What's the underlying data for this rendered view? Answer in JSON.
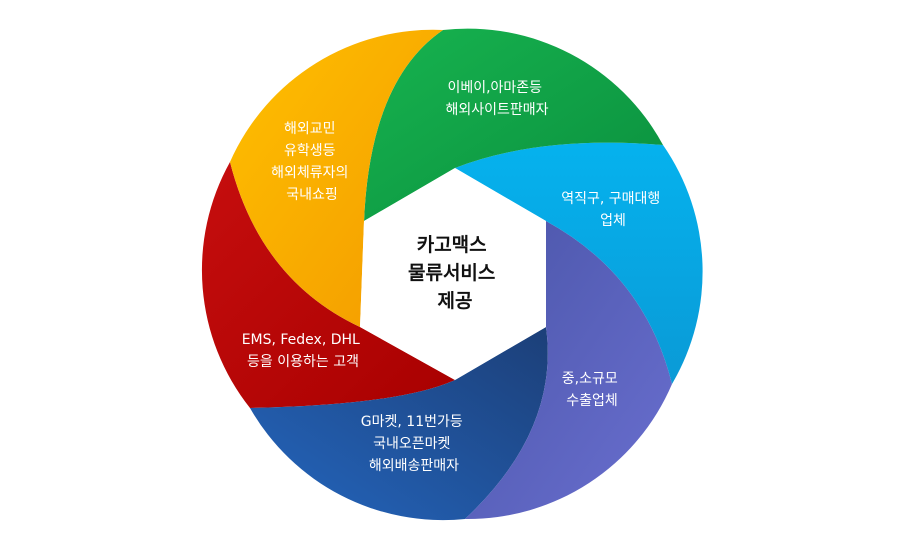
{
  "center": {
    "lines": [
      "카고맥스",
      "물류서비스",
      "제공"
    ]
  },
  "segments": [
    {
      "id": "ebay",
      "color": "#10a64a",
      "lines": [
        "이베이,아마존등",
        "해외사이트판매자"
      ]
    },
    {
      "id": "direct",
      "color": "#02a8e6",
      "lines": [
        "역직구, 구매대행",
        "업체"
      ]
    },
    {
      "id": "exporter",
      "color": "#5a5fbf",
      "lines": [
        "중,소규모",
        "수출업체"
      ]
    },
    {
      "id": "openmarket",
      "color": "#1f56a8",
      "lines": [
        "G마켓, 11번가등",
        "국내오픈마켓",
        "해외배송판매자"
      ]
    },
    {
      "id": "courier",
      "color": "#bf0a0a",
      "lines": [
        "EMS, Fedex, DHL",
        "등을 이용하는 고객"
      ]
    },
    {
      "id": "overseas",
      "color": "#fbb40a",
      "lines": [
        "해외교민",
        "유학생등",
        "해외체류자의",
        "국내쇼핑"
      ]
    }
  ]
}
